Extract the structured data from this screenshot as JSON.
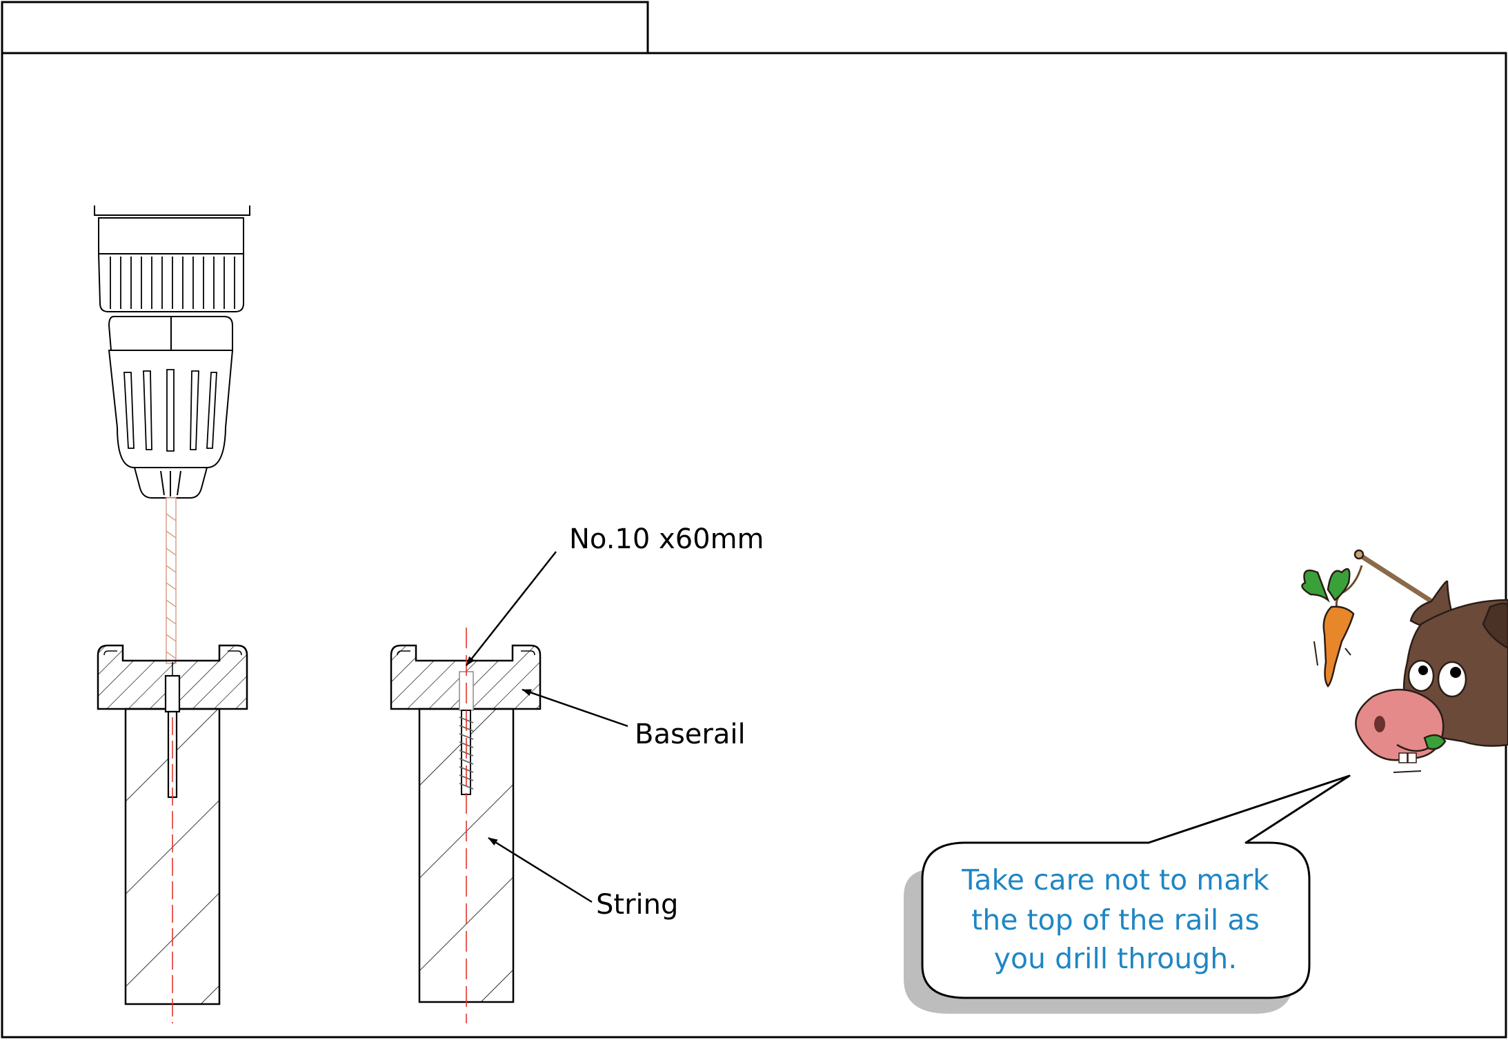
{
  "tab_title": "",
  "labels": {
    "screw": "No.10 x60mm",
    "baserail": "Baserail",
    "string": "String"
  },
  "speech_bubble": {
    "line1": "Take care not to mark",
    "line2": "the top of the rail as",
    "line3": "you drill through."
  },
  "colors": {
    "outline": "#000000",
    "centerline": "#e0352b",
    "drill_bit": "#d9a08a",
    "bubble_text": "#1f86c4",
    "bubble_shadow": "#bdbdbd",
    "donkey_fur": "#6b4a3a",
    "donkey_nose": "#e58a8a",
    "carrot": "#e8862a",
    "carrot_leaf": "#3aa13a"
  }
}
